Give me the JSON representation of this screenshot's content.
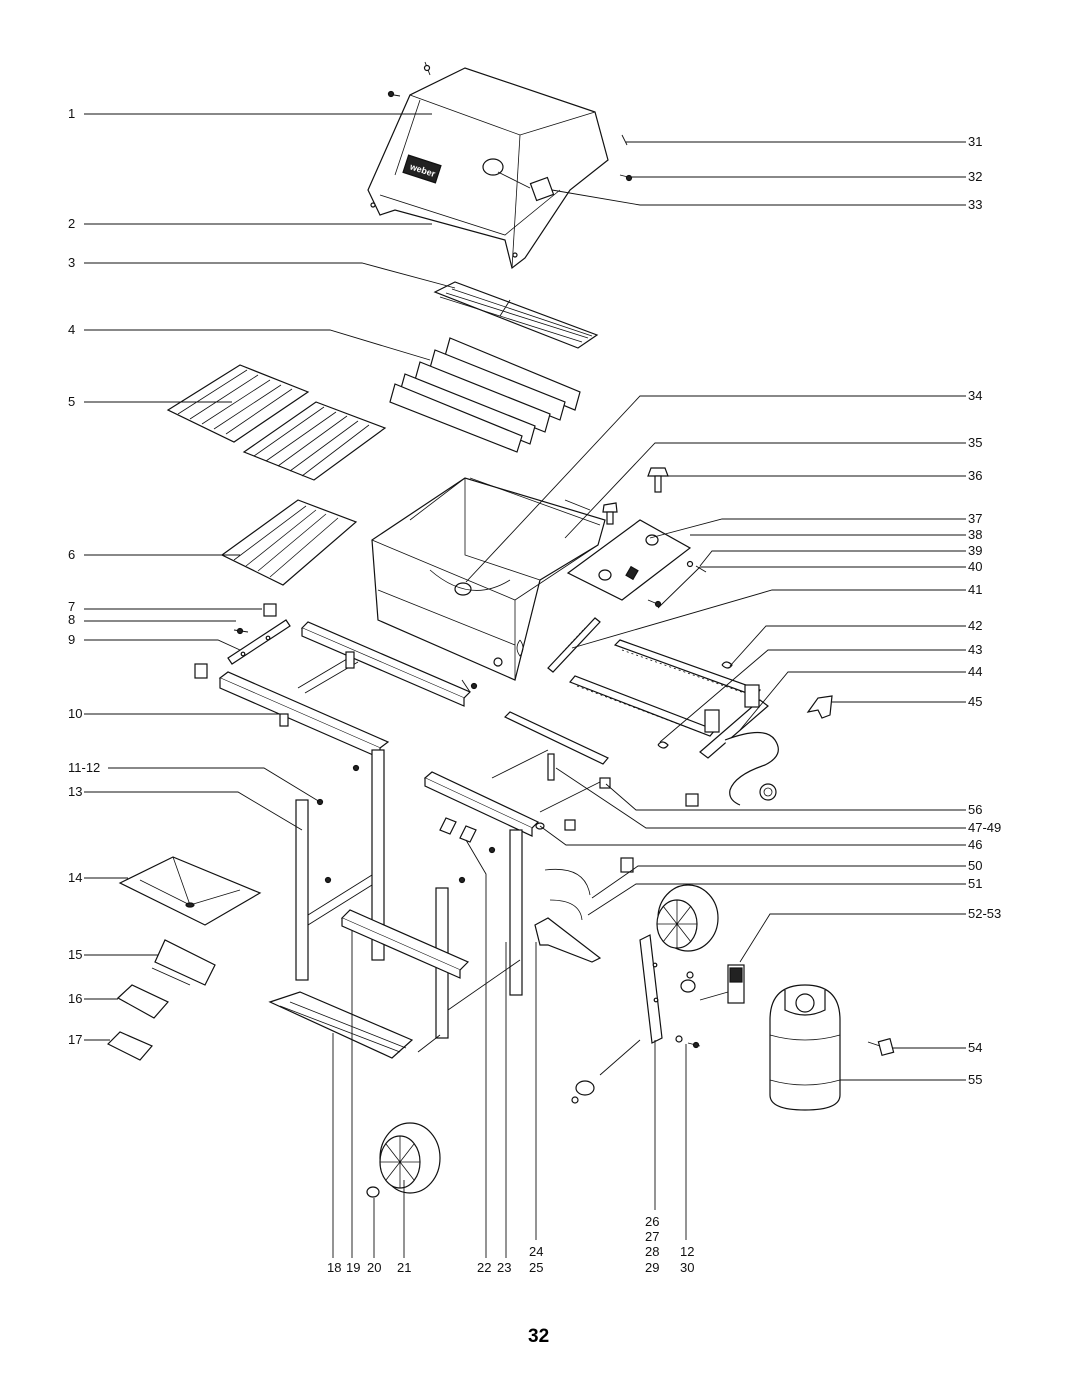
{
  "page_number": "32",
  "logo_text": "weber",
  "left_labels": [
    "1",
    "2",
    "3",
    "4",
    "5",
    "6",
    "7",
    "8",
    "9",
    "10",
    "11-12",
    "13",
    "14",
    "15",
    "16",
    "17"
  ],
  "right_labels": [
    "31",
    "32",
    "33",
    "34",
    "35",
    "36",
    "37",
    "38",
    "39",
    "40",
    "41",
    "42",
    "43",
    "44",
    "45",
    "56",
    "47-49",
    "46",
    "50",
    "51",
    "52-53",
    "54",
    "55"
  ],
  "bottom_labels": {
    "l18": "18",
    "l19": "19",
    "l20": "20",
    "l21": "21",
    "l22": "22",
    "l23": "23",
    "l24": "24",
    "l25": "25",
    "l26": "26",
    "l27": "27",
    "l28": "28",
    "l29": "29",
    "l12": "12",
    "l30": "30"
  }
}
